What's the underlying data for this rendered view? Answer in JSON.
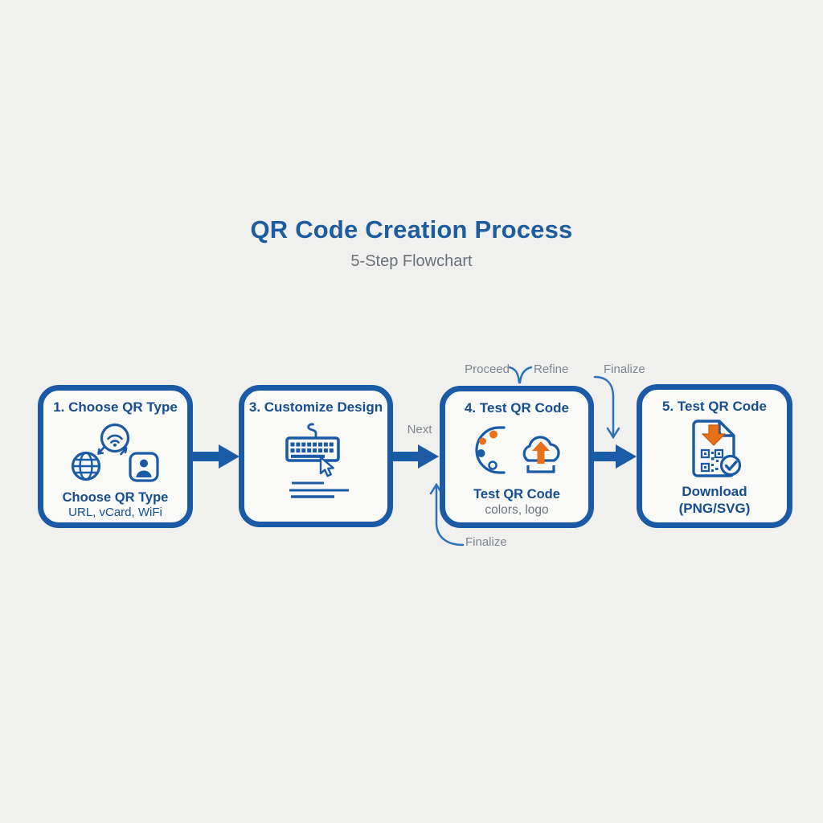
{
  "header": {
    "title": "QR Code Creation Process",
    "subtitle": "5-Step Flowchart"
  },
  "steps": [
    {
      "title": "1. Choose QR Type",
      "caption": "Choose QR Type",
      "subcaption": "URL, vCard, WiFi",
      "icons": [
        "wifi-icon",
        "globe-icon",
        "vcard-icon"
      ]
    },
    {
      "title": "3. Customize Design",
      "caption": "",
      "subcaption": "",
      "icons": [
        "keyboard-icon",
        "cursor-icon",
        "text-lines-icon"
      ]
    },
    {
      "title": "4. Test QR Code",
      "caption": "Test QR Code",
      "subcaption": "colors, logo",
      "icons": [
        "palette-icon",
        "cloud-upload-icon"
      ]
    },
    {
      "title": "5. Test QR Code",
      "caption": "Download",
      "subcaption": "(PNG/SVG)",
      "icons": [
        "document-icon",
        "download-arrow-icon",
        "qr-code-icon",
        "check-icon"
      ]
    }
  ],
  "connectors": {
    "next": "Next",
    "proceed": "Proceed",
    "refine": "Refine",
    "finalize_top": "Finalize",
    "finalize_bottom": "Finalize"
  },
  "colors": {
    "primary_blue": "#1b5aa5",
    "title_blue": "#1d5c9f",
    "accent_orange": "#e8701b",
    "label_gray": "#7f868e",
    "background": "#f0f0ee",
    "box_fill": "#f9f9f8"
  }
}
